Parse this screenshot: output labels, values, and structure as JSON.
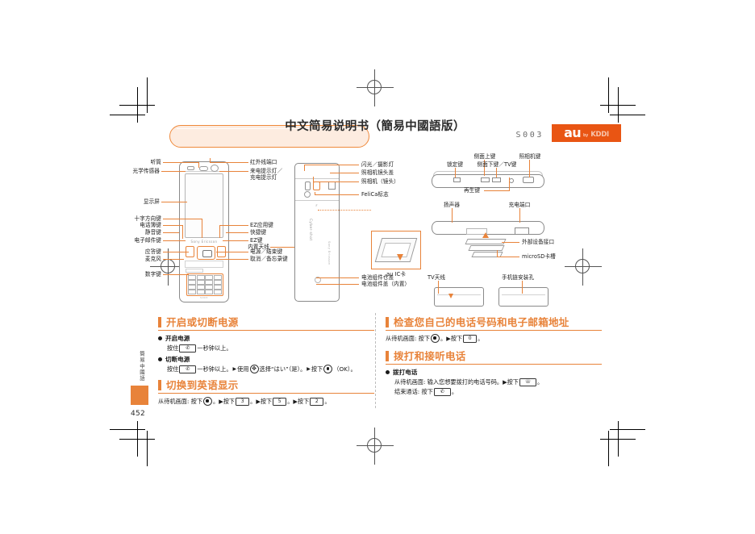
{
  "header": {
    "title": "中文简易说明书（簡易中國語版）",
    "model_code": "S003",
    "logo_word": "au",
    "logo_by": "by",
    "logo_brand": "KDDI"
  },
  "diagram": {
    "front_labels_left": [
      "听筒",
      "光学传感器",
      "显示屏",
      "十字方向键",
      "电话簿键",
      "静音键",
      "电子邮件键",
      "应答键",
      "麦克风",
      "数字键"
    ],
    "front_labels_right": [
      "红外线端口",
      "来电提示灯／",
      "充电提示灯",
      "EZ应用键",
      "快捷键",
      "EZ键",
      "电源／结束键",
      "取消／备忘录键"
    ],
    "back_labels": [
      "闪光／摄影灯",
      "照相机镜头盖",
      "照相机（镜头）",
      "FeliCa标志",
      "au IC卡",
      "电池组件仓盖",
      "电池组件盖（内置）",
      "内置天线"
    ],
    "side_labels": [
      "侧面上键",
      "照相机键",
      "锁定键",
      "侧面下键／TV键",
      "再生键",
      "扬声器",
      "充电端口",
      "外部设备接口",
      "microSD卡槽",
      "TV天线",
      "手机链安装孔"
    ],
    "device_brand_front": "Sony Ericsson",
    "device_brand_back": "Sony Ericsson",
    "device_brand_back2": "Cyber-shot",
    "felica_mark": "ℱ"
  },
  "sections": {
    "power": {
      "heading": "开启或切断电源",
      "items": [
        {
          "title": "开启电源",
          "step_prefix": "按住",
          "keys": [
            "end"
          ],
          "step_suffix": "一秒钟以上。"
        },
        {
          "title": "切断电源",
          "step_prefix": "按住",
          "keys": [
            "end"
          ],
          "step_mid": "一秒钟以上。",
          "arrow1": "▶",
          "step_use": "使用",
          "key_nav": "nav",
          "step_select": "选择“はい”（是）。",
          "arrow2": "▶",
          "step_press": "按下",
          "key_ok": "ok",
          "step_ok": "（OK）。"
        }
      ]
    },
    "english": {
      "heading": "切换到英语显示",
      "line_prefix": "从待机画面: 按下",
      "key1": "ok",
      "sep1": "。▶按下",
      "key2": "3",
      "sep2": "。▶按下",
      "key3": "5",
      "sep3": "。▶按下",
      "key4": "2",
      "end": "。"
    },
    "check_number": {
      "heading": "检查您自己的电话号码和电子邮箱地址",
      "line_prefix": "从待机画面: 按下",
      "key1": "ok",
      "sep1": "。▶按下",
      "key2": "0",
      "end": "。"
    },
    "call": {
      "heading": "拨打和接听电话",
      "item_title": "拨打电话",
      "line1_prefix": "从待机画面: 输入您想要拨打的电话号码。▶按下",
      "line1_key": "call",
      "line1_end": "。",
      "line2_prefix": "结束通话: 按下",
      "line2_key": "end",
      "line2_end": "。"
    }
  },
  "footer": {
    "side_tab": "簡易中國語",
    "page_number": "452"
  }
}
